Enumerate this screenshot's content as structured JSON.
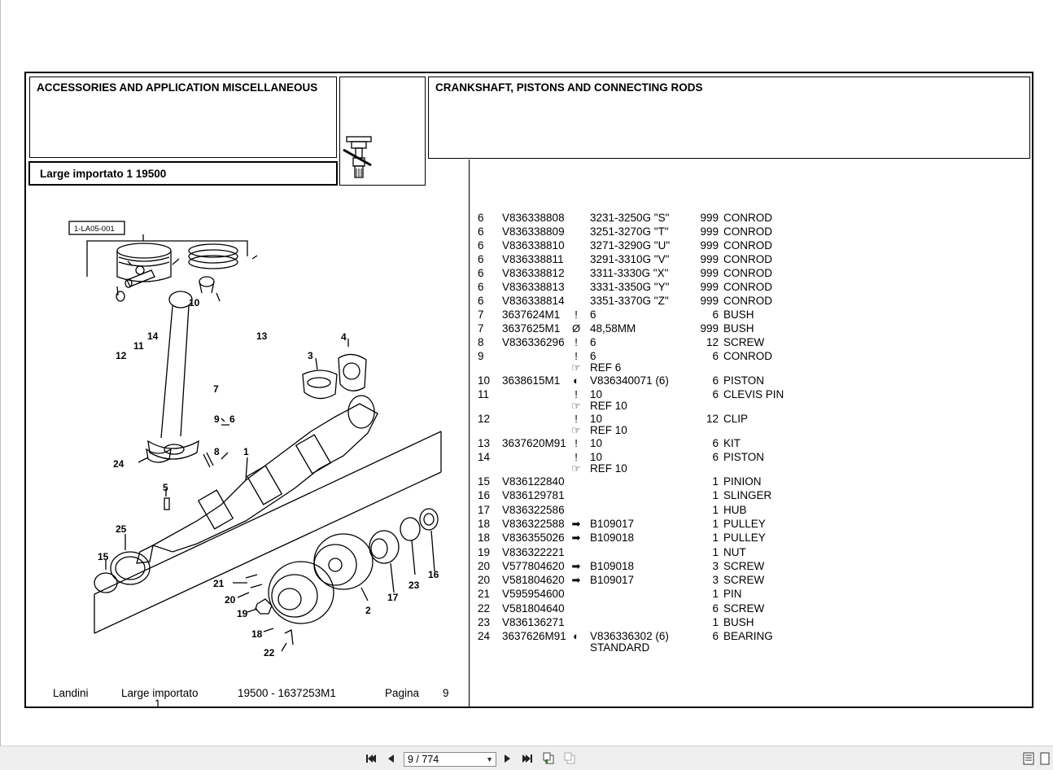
{
  "header": {
    "left_title": "ACCESSORIES AND APPLICATION MISCELLANEOUS",
    "subtitle": "Large importato 1  19500",
    "right_title": "CRANKSHAFT, PISTONS AND CONNECTING RODS"
  },
  "diagram": {
    "ref_code": "1-LA05-001",
    "callouts": [
      "10",
      "14",
      "13",
      "11",
      "12",
      "7",
      "4",
      "3",
      "9",
      "6",
      "24",
      "8",
      "1",
      "5",
      "25",
      "15",
      "21",
      "20",
      "19",
      "18",
      "22",
      "2",
      "17",
      "23",
      "16"
    ]
  },
  "parts": [
    {
      "item": "6",
      "part": "V836338808",
      "sym": "",
      "desc": "3231-3250G \"S\"",
      "qty": "999",
      "name": "CONROD"
    },
    {
      "item": "6",
      "part": "V836338809",
      "sym": "",
      "desc": "3251-3270G \"T\"",
      "qty": "999",
      "name": "CONROD"
    },
    {
      "item": "6",
      "part": "V836338810",
      "sym": "",
      "desc": "3271-3290G \"U\"",
      "qty": "999",
      "name": "CONROD"
    },
    {
      "item": "6",
      "part": "V836338811",
      "sym": "",
      "desc": "3291-3310G \"V\"",
      "qty": "999",
      "name": "CONROD"
    },
    {
      "item": "6",
      "part": "V836338812",
      "sym": "",
      "desc": "3311-3330G \"X\"",
      "qty": "999",
      "name": "CONROD"
    },
    {
      "item": "6",
      "part": "V836338813",
      "sym": "",
      "desc": "3331-3350G \"Y\"",
      "qty": "999",
      "name": "CONROD"
    },
    {
      "item": "6",
      "part": "V836338814",
      "sym": "",
      "desc": "3351-3370G \"Z\"",
      "qty": "999",
      "name": "CONROD"
    },
    {
      "item": "7",
      "part": "3637624M1",
      "sym": "!",
      "desc": "6",
      "qty": "6",
      "name": "BUSH"
    },
    {
      "item": "7",
      "part": "3637625M1",
      "sym": "Ø",
      "desc": "48,58MM",
      "qty": "999",
      "name": "BUSH"
    },
    {
      "item": "8",
      "part": "V836336296",
      "sym": "!",
      "desc": "6",
      "qty": "12",
      "name": "SCREW"
    },
    {
      "item": "9",
      "part": "",
      "sym": "!",
      "desc": "6",
      "qty": "6",
      "name": "CONROD"
    },
    {
      "item": "",
      "part": "",
      "sym": "☞",
      "desc": "REF 6",
      "qty": "",
      "name": ""
    },
    {
      "item": "10",
      "part": "3638615M1",
      "sym": "◐",
      "desc": "V836340071  (6)",
      "qty": "6",
      "name": "PISTON"
    },
    {
      "item": "11",
      "part": "",
      "sym": "!",
      "desc": "10",
      "qty": "6",
      "name": "CLEVIS PIN"
    },
    {
      "item": "",
      "part": "",
      "sym": "☞",
      "desc": "REF 10",
      "qty": "",
      "name": ""
    },
    {
      "item": "12",
      "part": "",
      "sym": "!",
      "desc": "10",
      "qty": "12",
      "name": "CLIP"
    },
    {
      "item": "",
      "part": "",
      "sym": "☞",
      "desc": "REF 10",
      "qty": "",
      "name": ""
    },
    {
      "item": "13",
      "part": "3637620M91",
      "sym": "!",
      "desc": "10",
      "qty": "6",
      "name": "KIT"
    },
    {
      "item": "14",
      "part": "",
      "sym": "!",
      "desc": "10",
      "qty": "6",
      "name": "PISTON"
    },
    {
      "item": "",
      "part": "",
      "sym": "☞",
      "desc": "REF 10",
      "qty": "",
      "name": ""
    },
    {
      "item": "15",
      "part": "V836122840",
      "sym": "",
      "desc": "",
      "qty": "1",
      "name": "PINION"
    },
    {
      "item": "16",
      "part": "V836129781",
      "sym": "",
      "desc": "",
      "qty": "1",
      "name": "SLINGER"
    },
    {
      "item": "17",
      "part": "V836322586",
      "sym": "",
      "desc": "",
      "qty": "1",
      "name": "HUB"
    },
    {
      "item": "18",
      "part": "V836322588",
      "sym": "➡",
      "desc": "B109017",
      "qty": "1",
      "name": "PULLEY"
    },
    {
      "item": "18",
      "part": "V836355026",
      "sym": "➡",
      "desc": "B109018",
      "qty": "1",
      "name": "PULLEY"
    },
    {
      "item": "19",
      "part": "V836322221",
      "sym": "",
      "desc": "",
      "qty": "1",
      "name": "NUT"
    },
    {
      "item": "20",
      "part": "V577804620",
      "sym": "➡",
      "desc": "B109018",
      "qty": "3",
      "name": "SCREW"
    },
    {
      "item": "20",
      "part": "V581804620",
      "sym": "➡",
      "desc": "B109017",
      "qty": "3",
      "name": "SCREW"
    },
    {
      "item": "21",
      "part": "V595954600",
      "sym": "",
      "desc": "",
      "qty": "1",
      "name": "PIN"
    },
    {
      "item": "22",
      "part": "V581804640",
      "sym": "",
      "desc": "",
      "qty": "6",
      "name": "SCREW"
    },
    {
      "item": "23",
      "part": "V836136271",
      "sym": "",
      "desc": "",
      "qty": "1",
      "name": "BUSH"
    },
    {
      "item": "24",
      "part": "3637626M91",
      "sym": "◐",
      "desc": "V836336302  (6)",
      "qty": "6",
      "name": "BEARING"
    },
    {
      "item": "",
      "part": "",
      "sym": "",
      "desc": "STANDARD",
      "qty": "",
      "name": ""
    }
  ],
  "footer": {
    "brand": "Landini",
    "model_line1": "Large importato",
    "model_line2": "1",
    "code": "19500 - 1637253M1",
    "page_label": "Pagina",
    "page_num": "9"
  },
  "toolbar": {
    "page_indicator": "9 / 774"
  }
}
